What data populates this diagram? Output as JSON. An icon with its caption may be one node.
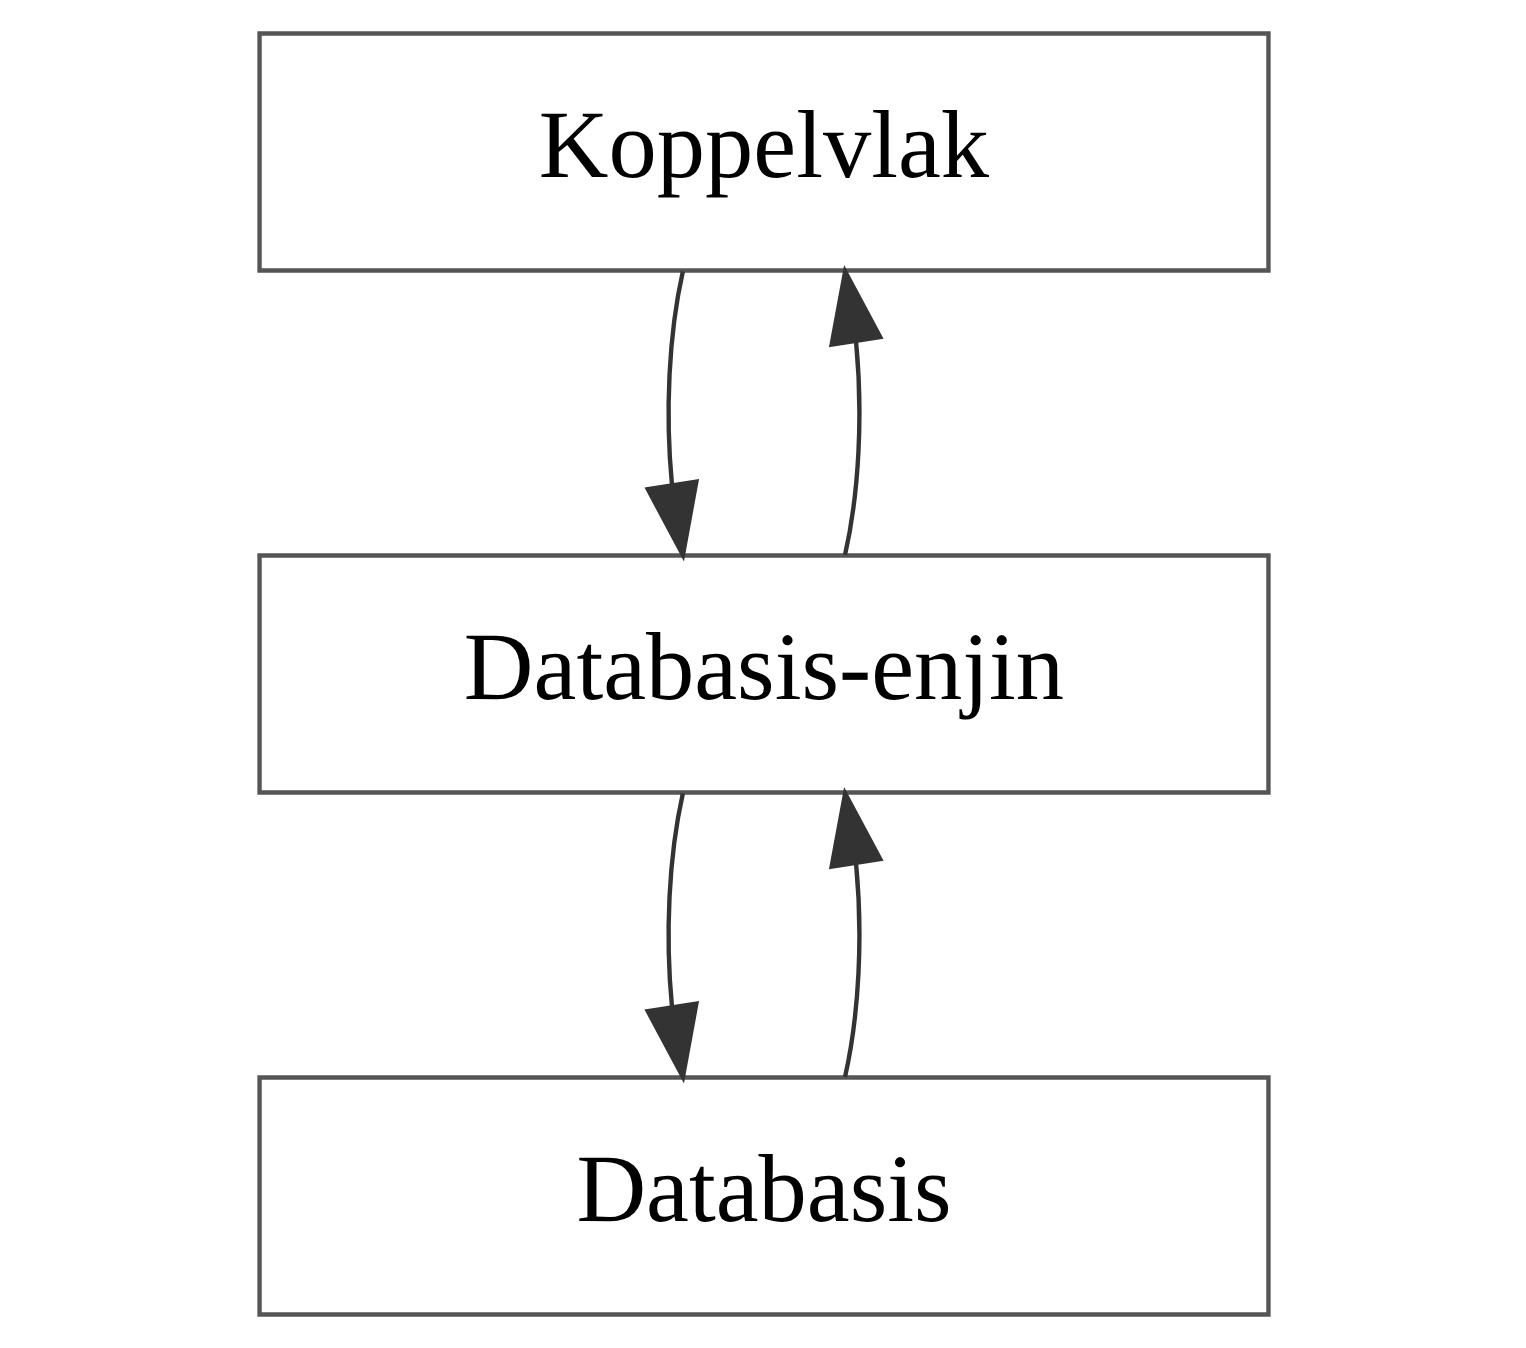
{
  "diagram": {
    "nodes": [
      {
        "text": [
          "Koppelvlak"
        ]
      },
      {
        "text": [
          "Databasis-enjin"
        ]
      },
      {
        "text": [
          "Databasis"
        ]
      }
    ],
    "edges": [
      {
        "from": 0,
        "to": 1,
        "arrow": "to"
      },
      {
        "from": 1,
        "to": 0,
        "arrow": "to"
      },
      {
        "from": 1,
        "to": 2,
        "arrow": "to"
      },
      {
        "from": 2,
        "to": 1,
        "arrow": "to"
      }
    ]
  }
}
